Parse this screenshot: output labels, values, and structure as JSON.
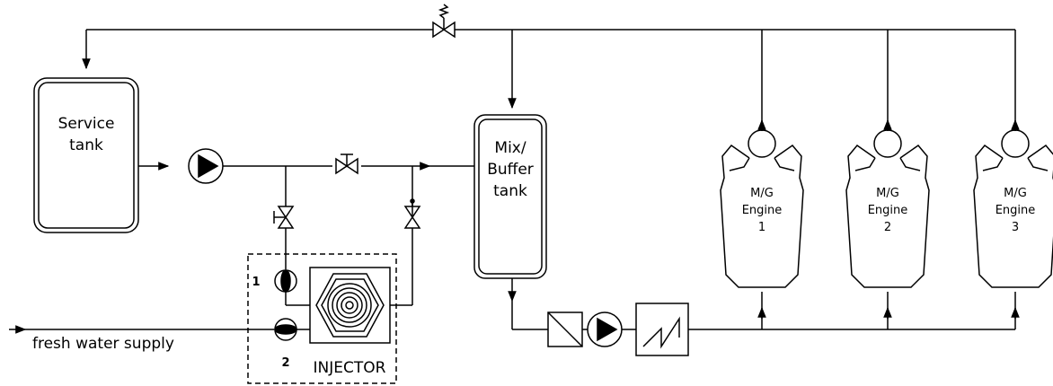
{
  "tanks": {
    "service": {
      "line1": "Service",
      "line2": "tank"
    },
    "buffer": {
      "line1": "Mix/",
      "line2": "Buffer",
      "line3": "tank"
    }
  },
  "engines": [
    {
      "l1": "M/G",
      "l2": "Engine",
      "l3": "1"
    },
    {
      "l1": "M/G",
      "l2": "Engine",
      "l3": "2"
    },
    {
      "l1": "M/G",
      "l2": "Engine",
      "l3": "3"
    }
  ],
  "injector": {
    "label": "INJECTOR",
    "meter1": "1",
    "meter2": "2"
  },
  "supply_label": "fresh water supply"
}
